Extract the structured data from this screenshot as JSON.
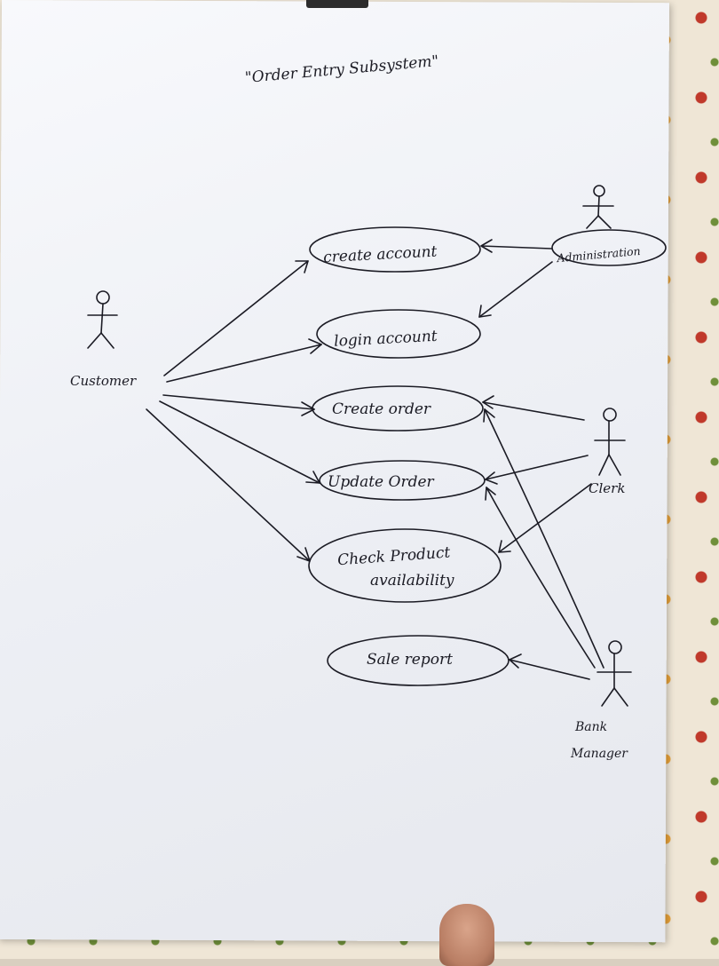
{
  "title": "\"Order Entry Subsystem\"",
  "actors": {
    "customer": "Customer",
    "administration": "Administration",
    "clerk": "Clerk",
    "bank_manager_line1": "Bank",
    "bank_manager_line2": "Manager"
  },
  "use_cases": {
    "create_account": "create account",
    "login_account": "login account",
    "create_order": "Create order",
    "update_order": "Update Order",
    "check_availability_line1": "Check Product",
    "check_availability_line2": "availability",
    "sale_report": "Sale report"
  }
}
